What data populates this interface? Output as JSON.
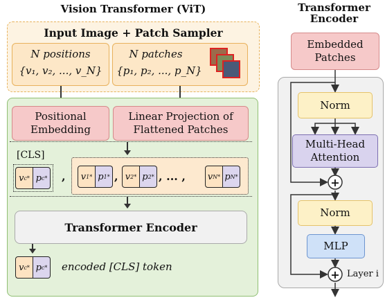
{
  "left": {
    "title": "Vision Transformer (ViT)",
    "input_panel_title": "Input Image + Patch Sampler",
    "positions_line1": "N positions",
    "positions_line2": "{v₁, v₂, ..., v_N}",
    "patches_line1": "N patches",
    "patches_line2": "{p₁, p₂, ..., p_N}",
    "positional_embedding": "Positional Embedding",
    "linear_projection": "Linear Projection of Flattened Patches",
    "cls_label": "[CLS]",
    "tokens": {
      "c_v": "v",
      "c_v_sub": "c*",
      "c_p": "p",
      "c_p_sub": "c*",
      "one_v": "v",
      "one_v_sub": "1*",
      "one_p": "p",
      "one_p_sub": "1*",
      "two_v": "v",
      "two_v_sub": "2*",
      "two_p": "p",
      "two_p_sub": "2*",
      "n_v": "v",
      "n_v_sub": "N*",
      "n_p": "p",
      "n_p_sub": "N*",
      "comma": ",",
      "ellipsis": ", ... ,"
    },
    "transformer_encoder": "Transformer Encoder",
    "encoded_cls": "encoded [CLS] token"
  },
  "right": {
    "title_line1": "Transformer",
    "title_line2": "Encoder",
    "embedded_patches": "Embedded Patches",
    "norm1": "Norm",
    "attention": "Multi-Head Attention",
    "norm2": "Norm",
    "mlp": "MLP",
    "plus": "+",
    "layer_label": "Layer i"
  },
  "colors": {
    "input_bg": "#fdf3e2",
    "main_bg": "#e4f1da",
    "orange": "#fde7c7",
    "red": "#f6c9c9",
    "yellow": "#fdf1c7",
    "purple": "#d9d3ee",
    "blue": "#cfe1f8",
    "gray": "#f1f1f1"
  }
}
